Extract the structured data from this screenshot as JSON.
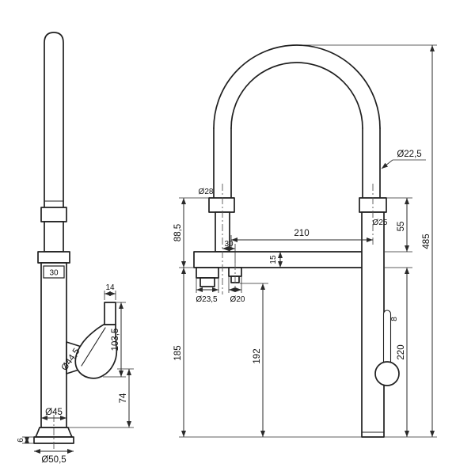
{
  "side_view": {
    "dims": {
      "collar_width": "30",
      "lever_width": "14",
      "handle_height": "103,5",
      "handle_base_offset": "74",
      "handle_diameter": "Ø44,5",
      "body_diameter": "Ø45",
      "base_plate_thickness": "6",
      "base_plate_diameter": "Ø50,5"
    }
  },
  "front_view": {
    "dims": {
      "hose_outer_diameter": "Ø22,5",
      "left_union_diameter": "Ø28",
      "right_union_diameter": "Ø25",
      "spout_reach": "210",
      "outlet_offset": "30",
      "bracket_thickness": "15",
      "union_height": "55",
      "overall_height": "485",
      "upper_section_height": "88,5",
      "check_valve_diameter": "Ø23,5",
      "outlet_diameter": "Ø20",
      "bracket_clearance": "185",
      "outlet_clearance": "192",
      "body_height": "220",
      "lever_slot_width": "8"
    }
  }
}
